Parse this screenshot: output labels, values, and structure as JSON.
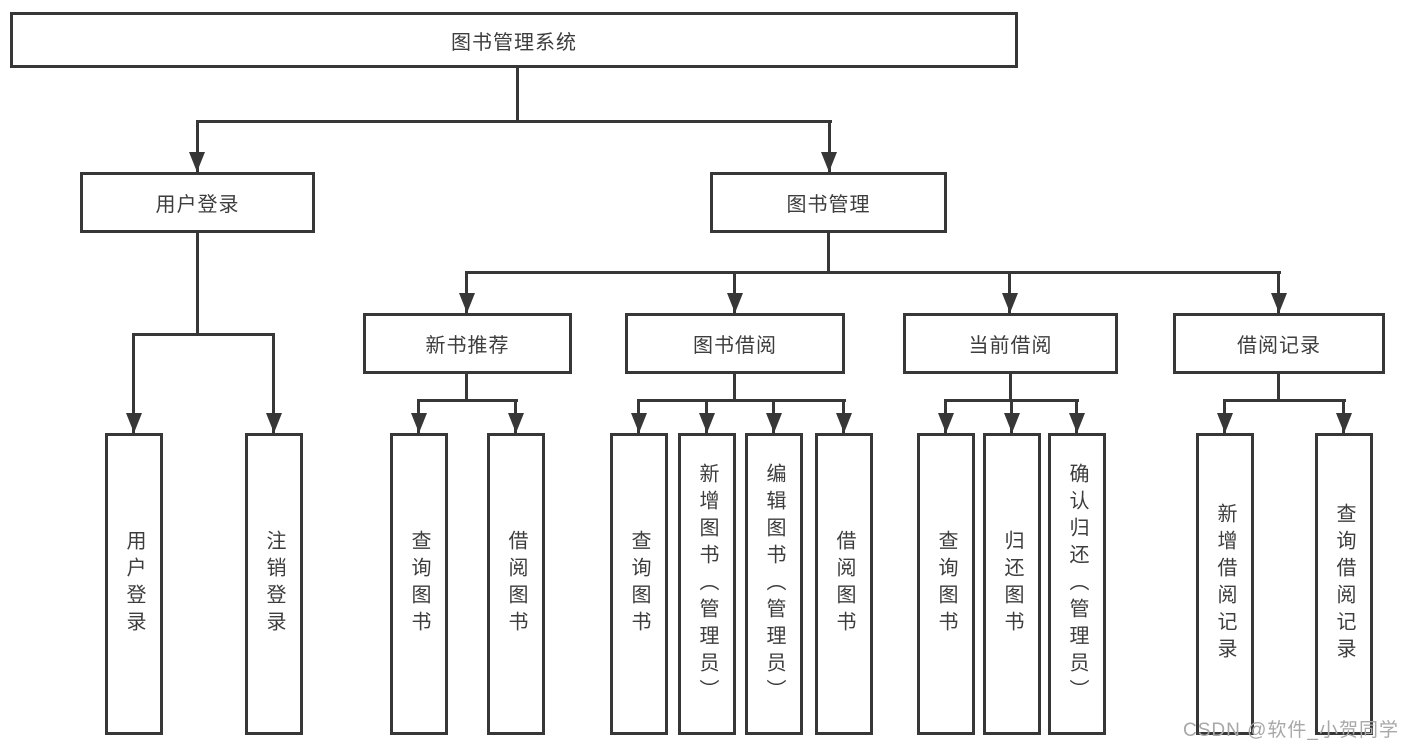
{
  "diagram": {
    "title": "图书管理系统",
    "root": {
      "label": "图书管理系统"
    },
    "branches": [
      {
        "label": "用户登录"
      },
      {
        "label": "图书管理"
      }
    ],
    "sections": [
      {
        "label": "新书推荐"
      },
      {
        "label": "图书借阅"
      },
      {
        "label": "当前借阅"
      },
      {
        "label": "借阅记录"
      }
    ],
    "leaves": [
      {
        "label": "用户登录"
      },
      {
        "label": "注销登录"
      },
      {
        "label": "查询图书"
      },
      {
        "label": "借阅图书"
      },
      {
        "label": "查询图书"
      },
      {
        "label": "新增图书（管理员）"
      },
      {
        "label": "编辑图书（管理员）"
      },
      {
        "label": "借阅图书"
      },
      {
        "label": "查询图书"
      },
      {
        "label": "归还图书"
      },
      {
        "label": "确认归还（管理员）"
      },
      {
        "label": "新增借阅记录"
      },
      {
        "label": "查询借阅记录"
      }
    ],
    "watermark": "CSDN @软件_小贺同学",
    "colors": {
      "line": "#373737",
      "text": "#3d3d3d",
      "background": "#ffffff",
      "watermark": "#a8a8a8"
    }
  }
}
